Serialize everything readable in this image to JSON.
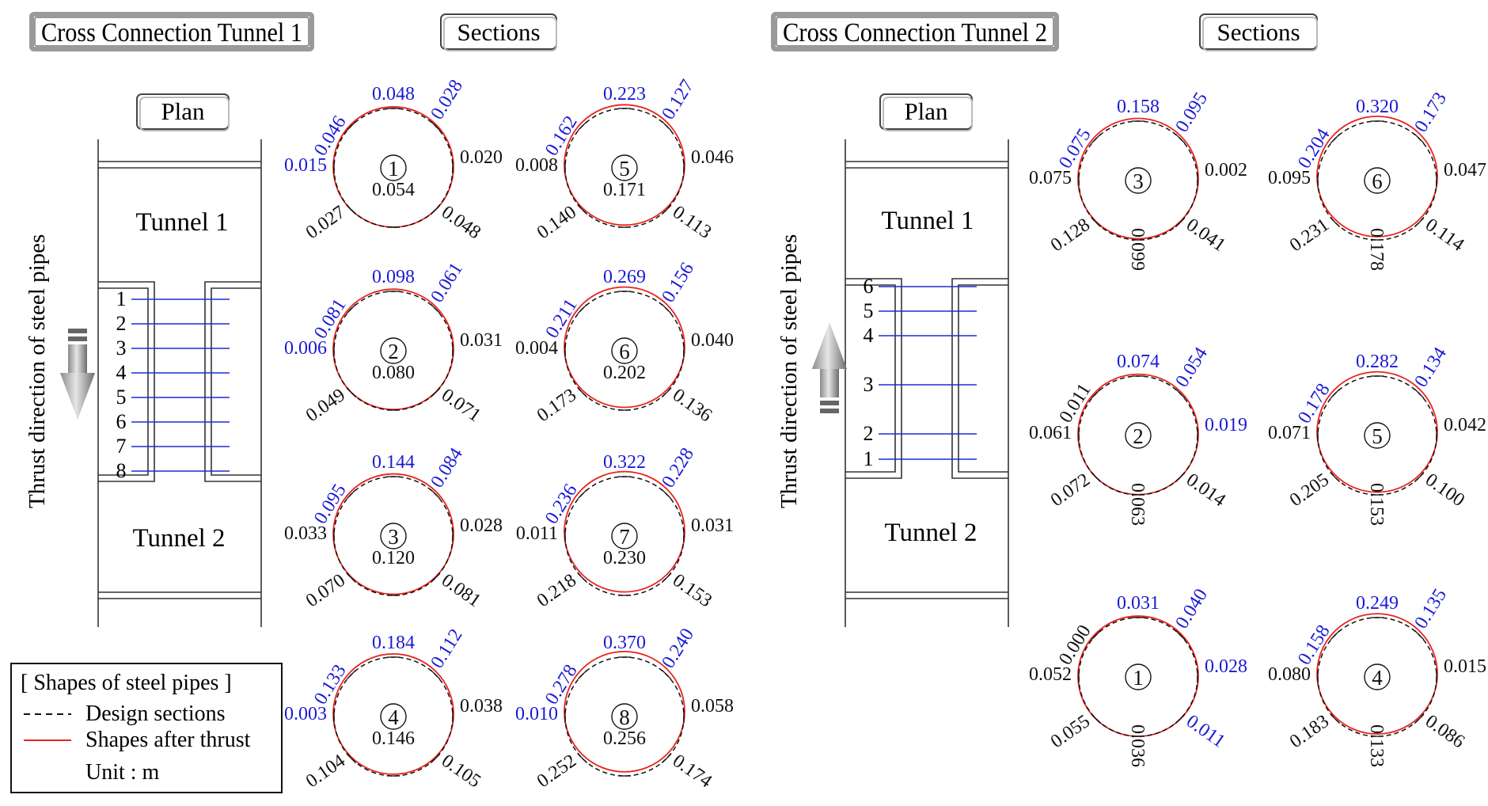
{
  "colors": {
    "shape_after_thrust": "#e8251f",
    "design_section": "#111111",
    "value_upper": "#1a1ad6",
    "value_lower": "#111111",
    "pipe_line": "#1a2fd0"
  },
  "panels": [
    {
      "title": "Cross Connection Tunnel 1",
      "sections_label": "Sections",
      "plan_label": "Plan",
      "tunnel_top": "Tunnel 1",
      "tunnel_bottom": "Tunnel 2",
      "thrust_label": "Thrust direction of steel pipes",
      "thrust_direction": "down",
      "pipe_labels": [
        "1",
        "2",
        "3",
        "4",
        "5",
        "6",
        "7",
        "8"
      ],
      "sections": [
        {
          "n": "1",
          "values": [
            "0.048",
            "0.028",
            "0.020",
            "0.048",
            "0.054",
            "0.027",
            "0.015",
            "0.046"
          ]
        },
        {
          "n": "2",
          "values": [
            "0.098",
            "0.061",
            "0.031",
            "0.071",
            "0.080",
            "0.049",
            "0.006",
            "0.081"
          ]
        },
        {
          "n": "3",
          "values": [
            "0.144",
            "0.084",
            "0.028",
            "0.081",
            "0.120",
            "0.070",
            "0.033",
            "0.095"
          ]
        },
        {
          "n": "4",
          "values": [
            "0.184",
            "0.112",
            "0.038",
            "0.105",
            "0.146",
            "0.104",
            "0.003",
            "0.133"
          ]
        },
        {
          "n": "5",
          "values": [
            "0.223",
            "0.127",
            "0.046",
            "0.113",
            "0.171",
            "0.140",
            "0.008",
            "0.162"
          ]
        },
        {
          "n": "6",
          "values": [
            "0.269",
            "0.156",
            "0.040",
            "0.136",
            "0.202",
            "0.173",
            "0.004",
            "0.211"
          ]
        },
        {
          "n": "7",
          "values": [
            "0.322",
            "0.228",
            "0.031",
            "0.153",
            "0.230",
            "0.218",
            "0.011",
            "0.236"
          ]
        },
        {
          "n": "8",
          "values": [
            "0.370",
            "0.240",
            "0.058",
            "0.174",
            "0.256",
            "0.252",
            "0.010",
            "0.278"
          ]
        }
      ]
    },
    {
      "title": "Cross Connection Tunnel 2",
      "sections_label": "Sections",
      "plan_label": "Plan",
      "tunnel_top": "Tunnel 1",
      "tunnel_bottom": "Tunnel 2",
      "thrust_label": "Thrust direction of steel pipes",
      "thrust_direction": "up",
      "pipe_labels": [
        "6",
        "5",
        "4",
        "3",
        "2",
        "1"
      ],
      "sections": [
        {
          "n": "3",
          "values": [
            "0.158",
            "0.095",
            "0.002",
            "0.041",
            "0.099",
            "0.128",
            "0.075",
            "0.075"
          ]
        },
        {
          "n": "6",
          "values": [
            "0.320",
            "0.173",
            "0.047",
            "0.114",
            "0.178",
            "0.231",
            "0.095",
            "0.204"
          ]
        },
        {
          "n": "2",
          "values": [
            "0.074",
            "0.054",
            "0.019",
            "0.014",
            "0.063",
            "0.072",
            "0.061",
            "0.011"
          ]
        },
        {
          "n": "5",
          "values": [
            "0.282",
            "0.134",
            "0.042",
            "0.100",
            "0.153",
            "0.205",
            "0.071",
            "0.178"
          ]
        },
        {
          "n": "1",
          "values": [
            "0.031",
            "0.040",
            "0.028",
            "0.011",
            "0.036",
            "0.055",
            "0.052",
            "0.000"
          ]
        },
        {
          "n": "4",
          "values": [
            "0.249",
            "0.135",
            "0.015",
            "0.086",
            "0.133",
            "0.183",
            "0.080",
            "0.158"
          ]
        }
      ]
    }
  ],
  "legend": {
    "title": "[ Shapes of steel pipes ]",
    "design": "Design sections",
    "after": "Shapes after thrust",
    "unit": "Unit : m"
  }
}
